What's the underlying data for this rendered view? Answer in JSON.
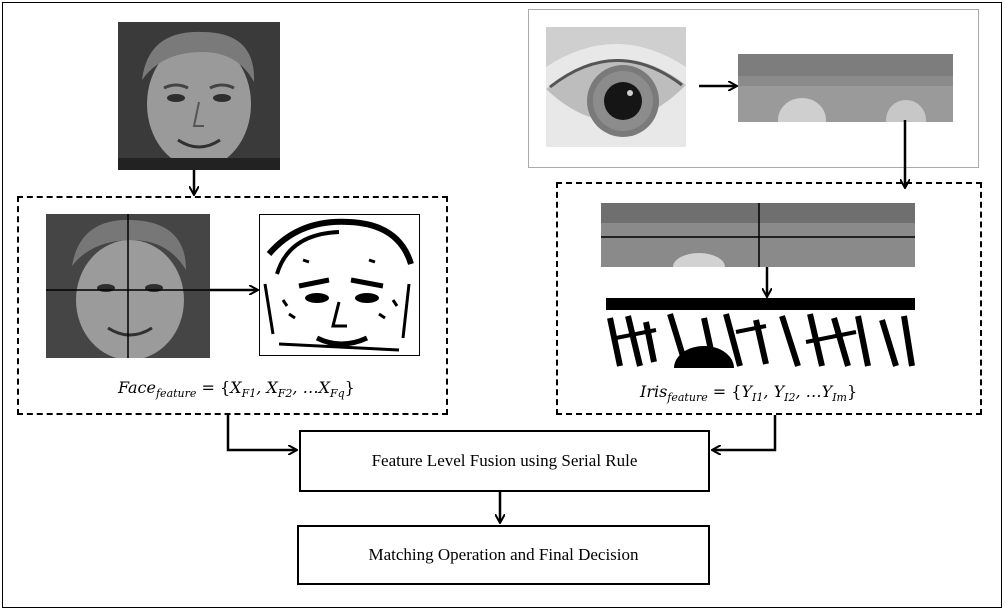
{
  "face": {
    "formula_lhs": "Face",
    "formula_lhs_sub": "feature",
    "formula_eq": " = {",
    "formula_terms": [
      {
        "v": "X",
        "s": "F1"
      },
      {
        "v": "X",
        "s": "F2"
      },
      {
        "v": "…X",
        "s": "Fq"
      }
    ],
    "formula_close": "}"
  },
  "iris": {
    "formula_lhs": "Iris",
    "formula_lhs_sub": "feature",
    "formula_eq": " = {",
    "formula_terms": [
      {
        "v": "Y",
        "s": "I1"
      },
      {
        "v": "Y",
        "s": "I2"
      },
      {
        "v": "…Y",
        "s": "Im"
      }
    ],
    "formula_close": "}"
  },
  "fusion_label": "Feature Level Fusion using Serial Rule",
  "decision_label": "Matching Operation and Final Decision",
  "icons": [
    "face-photo",
    "eye-photo",
    "normalized-iris-strip",
    "binary-face-texture",
    "binary-iris-code"
  ]
}
